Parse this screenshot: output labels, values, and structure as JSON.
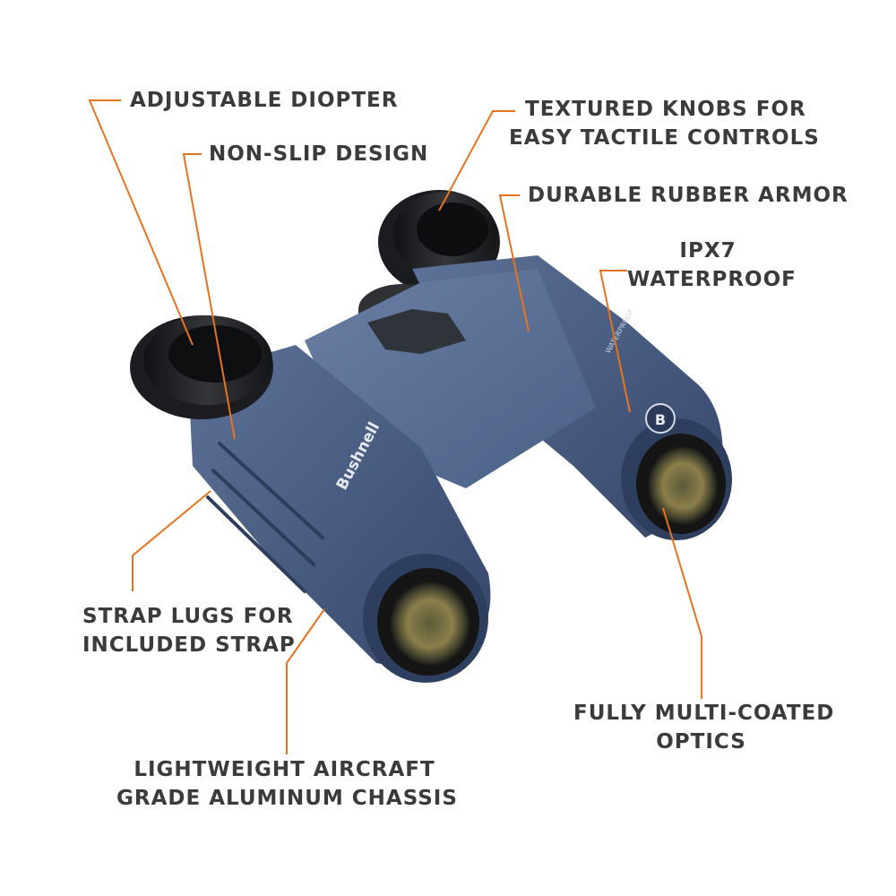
{
  "brand": {
    "wordmark": "Bushnell",
    "badge_letter": "B",
    "side_print": "WATERPROOF"
  },
  "colors": {
    "callout_line": "#e8731f",
    "label_text": "#3b3b3b",
    "body_blue": "#3f5478",
    "body_blue_light": "#5a6f94",
    "rubber_black": "#1e1f22",
    "lens_gold": "#8c7f4a"
  },
  "callouts": {
    "adjustable_diopter": {
      "line1": "ADJUSTABLE DIOPTER"
    },
    "non_slip_design": {
      "line1": "NON-SLIP DESIGN"
    },
    "textured_knobs": {
      "line1": "TEXTURED KNOBS FOR",
      "line2": "EASY TACTILE CONTROLS"
    },
    "durable_rubber_armor": {
      "line1": "DURABLE RUBBER ARMOR"
    },
    "ipx7_waterproof": {
      "line1": "IPX7",
      "line2": "WATERPROOF"
    },
    "strap_lugs": {
      "line1": "STRAP LUGS FOR",
      "line2": "INCLUDED STRAP"
    },
    "fully_multi_coated": {
      "line1": "FULLY MULTI-COATED",
      "line2": "OPTICS"
    },
    "lightweight_chassis": {
      "line1": "LIGHTWEIGHT AIRCRAFT",
      "line2": "GRADE ALUMINUM CHASSIS"
    }
  }
}
